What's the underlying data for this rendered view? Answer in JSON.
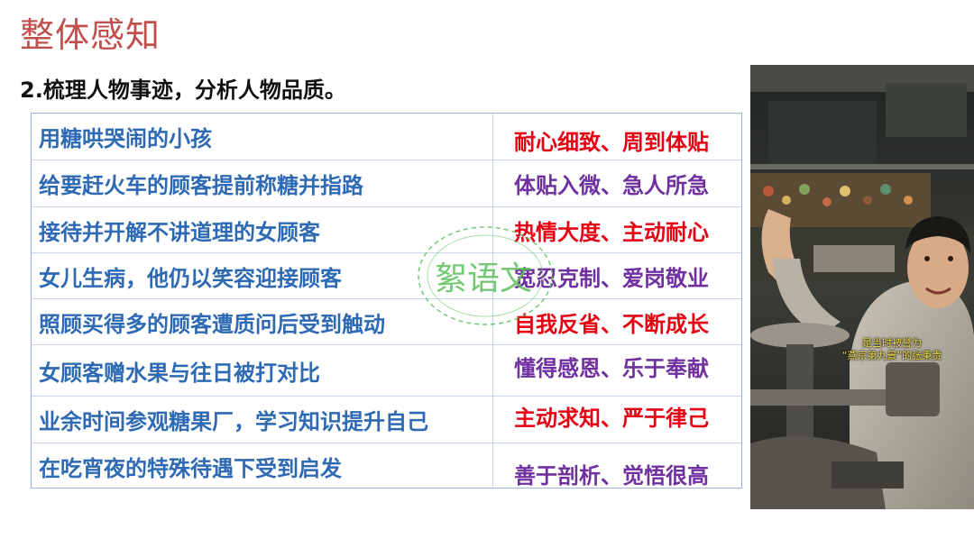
{
  "header": {
    "title": "整体感知",
    "subtitle": "2.梳理人物事迹，分析人物品质。"
  },
  "table": {
    "rows": [
      {
        "deed": "用糖哄哭闹的小孩",
        "quality": "耐心细致、周到体贴",
        "quality_color": "#e60012"
      },
      {
        "deed": "给要赶火车的顾客提前称糖并指路",
        "quality": "体贴入微、急人所急",
        "quality_color": "#7030a0"
      },
      {
        "deed": "接待并开解不讲道理的女顾客",
        "quality": "热情大度、主动耐心",
        "quality_color": "#e60012"
      },
      {
        "deed": "女儿生病，他仍以笑容迎接顾客",
        "quality": "宽忍克制、爱岗敬业",
        "quality_color": "#7030a0"
      },
      {
        "deed": "照顾买得多的顾客遭质问后受到触动",
        "quality": "自我反省、不断成长",
        "quality_color": "#e60012"
      },
      {
        "deed": "女顾客赠水果与往日被打对比",
        "quality": "懂得感恩、乐于奉献",
        "quality_color": "#7030a0"
      },
      {
        "deed": "业余时间参观糖果厂，学习知识提升自己",
        "quality": "主动求知、严于律己",
        "quality_color": "#e60012"
      },
      {
        "deed": "在吃宵夜的特殊待遇下受到启发",
        "quality": "善于剖析、觉悟很高",
        "quality_color": "#7030a0"
      }
    ]
  },
  "watermark": {
    "text": "絮语文"
  },
  "photo": {
    "caption_line1": "是当时被誉为",
    "caption_line2": "“燕京第九景”的张秉贵"
  }
}
